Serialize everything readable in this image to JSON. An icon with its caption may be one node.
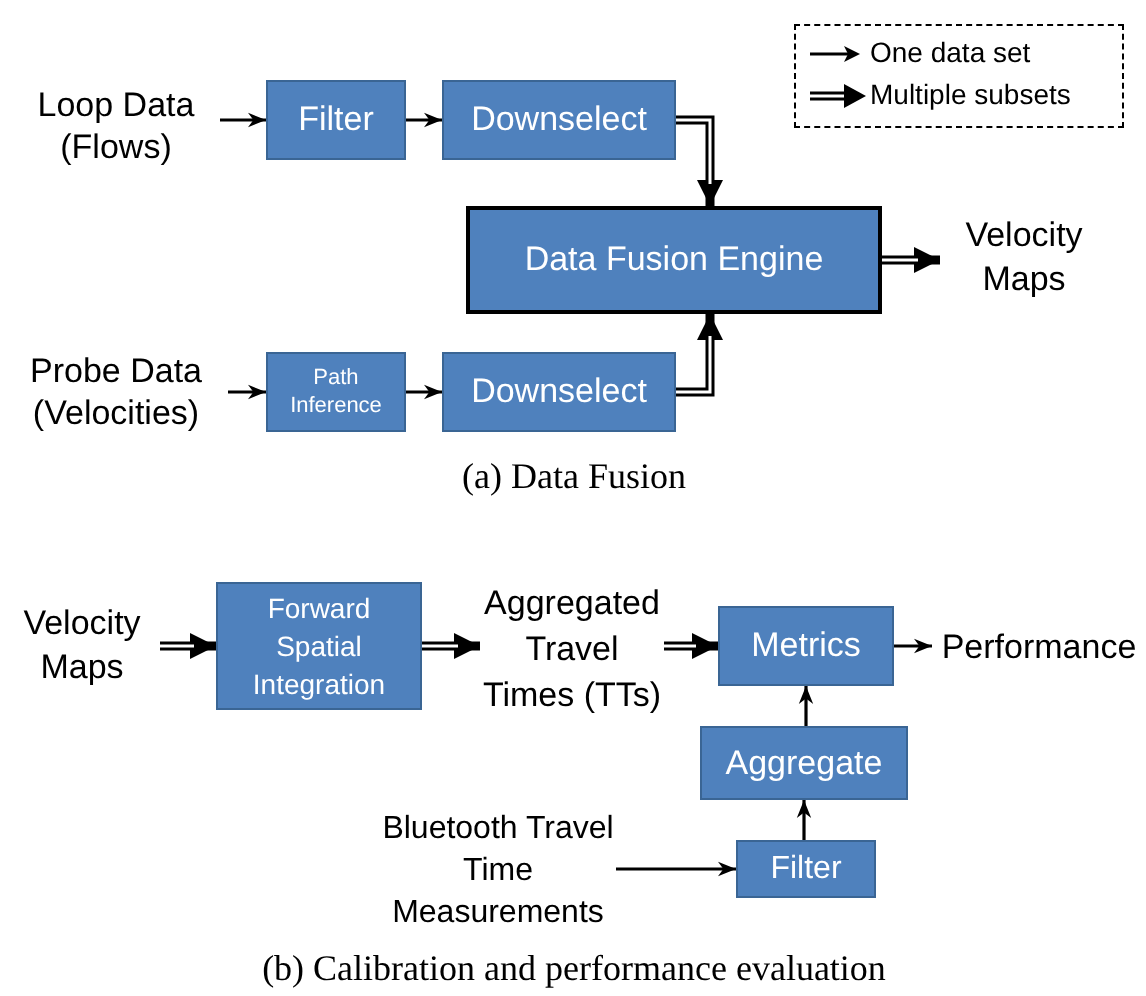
{
  "diagram": {
    "nodes": [
      {
        "text": [
          "Loop Data (Flows)"
        ]
      },
      {
        "text": [
          "Filter"
        ]
      },
      {
        "text": [
          "Downselect"
        ]
      },
      {
        "text": [
          "Data Fusion Engine"
        ]
      },
      {
        "text": [
          "Velocity Maps"
        ]
      },
      {
        "text": [
          "Probe Data (Velocities)"
        ]
      },
      {
        "text": [
          "Path Inference"
        ]
      },
      {
        "text": [
          "Downselect"
        ]
      },
      {
        "text": [
          "Velocity Maps"
        ]
      },
      {
        "text": [
          "Forward Spatial Integration"
        ]
      },
      {
        "text": [
          "Aggregated Travel Times (TTs)"
        ]
      },
      {
        "text": [
          "Metrics"
        ]
      },
      {
        "text": [
          "Performance"
        ]
      },
      {
        "text": [
          "Aggregate"
        ]
      },
      {
        "text": [
          "Bluetooth Travel Time Measurements"
        ]
      },
      {
        "text": [
          "Filter"
        ]
      }
    ],
    "edges": [
      {
        "from": 0,
        "to": 1,
        "arrow": "to"
      },
      {
        "from": 1,
        "to": 2,
        "arrow": "to"
      },
      {
        "from": 2,
        "to": 3,
        "arrow": "to",
        "style": "thick"
      },
      {
        "from": 3,
        "to": 4,
        "arrow": "to",
        "style": "thick"
      },
      {
        "from": 5,
        "to": 6,
        "arrow": "to"
      },
      {
        "from": 6,
        "to": 7,
        "arrow": "to"
      },
      {
        "from": 7,
        "to": 3,
        "arrow": "to",
        "style": "thick"
      },
      {
        "from": 8,
        "to": 9,
        "arrow": "to",
        "style": "thick"
      },
      {
        "from": 9,
        "to": 10,
        "arrow": "to",
        "style": "thick"
      },
      {
        "from": 10,
        "to": 11,
        "arrow": "to",
        "style": "thick"
      },
      {
        "from": 11,
        "to": 12,
        "arrow": "to"
      },
      {
        "from": 13,
        "to": 11,
        "arrow": "to"
      },
      {
        "from": 15,
        "to": 13,
        "arrow": "to"
      },
      {
        "from": 14,
        "to": 15,
        "arrow": "to"
      }
    ],
    "labels": [
      "(a) Data Fusion",
      "(b) Calibration and performance evaluation"
    ],
    "legend": [
      {
        "text": "One data set"
      },
      {
        "text": "Multiple subsets"
      }
    ]
  }
}
